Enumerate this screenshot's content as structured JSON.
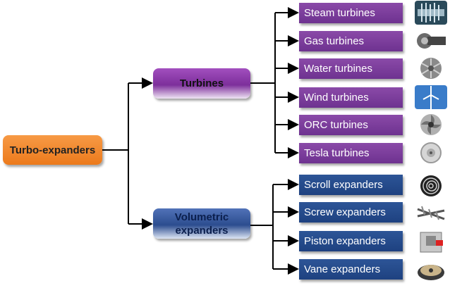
{
  "root": {
    "label": "Turbo-expanders"
  },
  "turbines": {
    "label": "Turbines",
    "items": [
      "Steam turbines",
      "Gas turbines",
      "Water turbines",
      "Wind turbines",
      "ORC turbines",
      "Tesla turbines"
    ]
  },
  "volumetric": {
    "label_line1": "Volumetric",
    "label_line2": "expanders",
    "items": [
      "Scroll expanders",
      "Screw expanders",
      "Piston expanders",
      "Vane expanders"
    ]
  },
  "colors": {
    "root": "#ef8126",
    "turbines": "#7d2f9b",
    "volumetric": "#1e4180",
    "line": "#000000"
  },
  "icons": [
    "steam-turbine-icon",
    "gas-turbine-icon",
    "water-turbine-icon",
    "wind-turbine-icon",
    "orc-turbine-icon",
    "tesla-turbine-icon",
    "scroll-expander-icon",
    "screw-expander-icon",
    "piston-expander-icon",
    "vane-expander-icon"
  ]
}
